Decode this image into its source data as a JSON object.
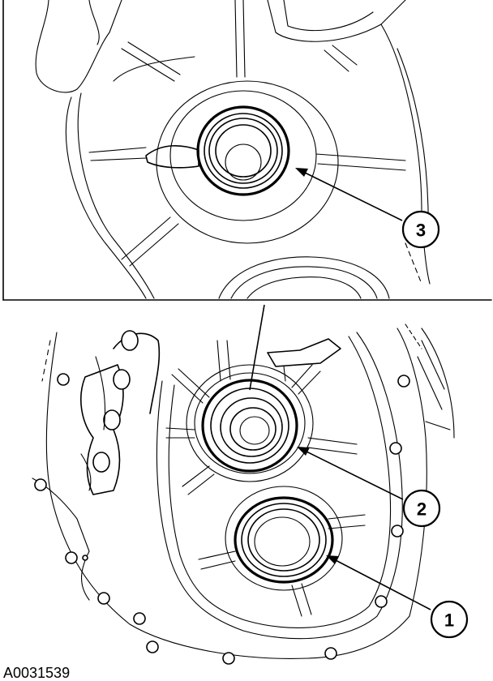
{
  "figure_code": "A0031539",
  "callouts": [
    {
      "number": "1"
    },
    {
      "number": "2"
    },
    {
      "number": "3"
    }
  ]
}
